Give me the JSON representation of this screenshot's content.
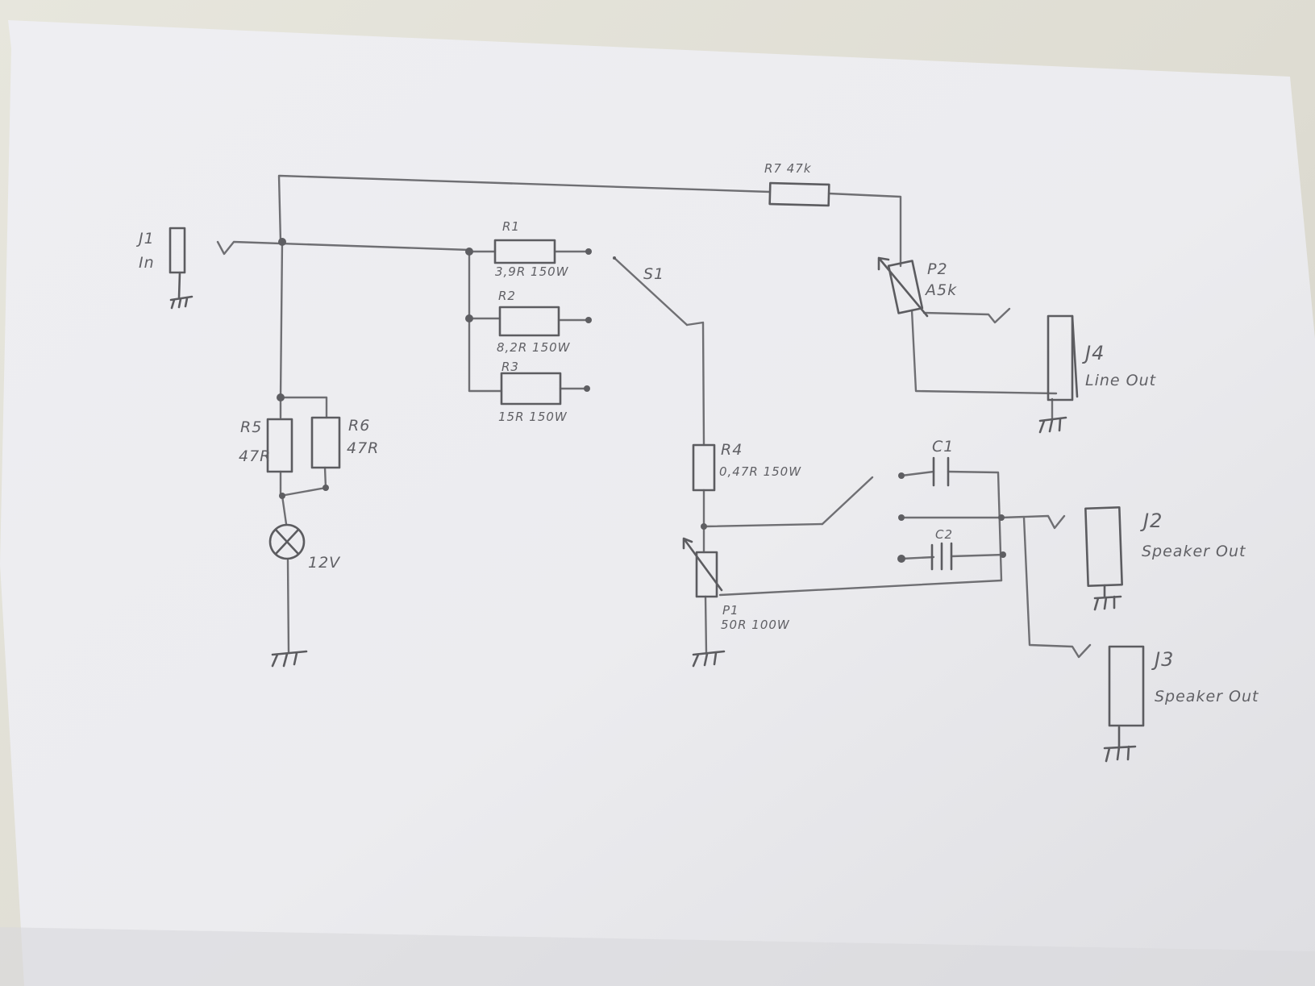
{
  "labels": {
    "j1": "J1",
    "j1_sub": "In",
    "r1": "R1",
    "r1_val": "3,9R 150W",
    "r2": "R2",
    "r2_val": "8,2R 150W",
    "r3": "R3",
    "r3_val": "15R 150W",
    "r5": "R5",
    "r5_val": "47R",
    "r6": "R6",
    "r6_val": "47R",
    "lamp_val": "12V",
    "r7": "R7 47k",
    "s1": "S1",
    "p2": "P2",
    "p2_val": "A5k",
    "j4": "J4",
    "j4_sub": "Line Out",
    "r4": "R4",
    "r4_val": "0,47R 150W",
    "c1": "C1",
    "c2": "C2",
    "p1": "P1",
    "p1_val": "50R 100W",
    "j2": "J2",
    "j2_sub": "Speaker Out",
    "j3": "J3",
    "j3_sub": "Speaker Out"
  },
  "colors": {
    "paper": "#efeff1",
    "pencil": "#606065",
    "background": "#dcdbd8"
  }
}
